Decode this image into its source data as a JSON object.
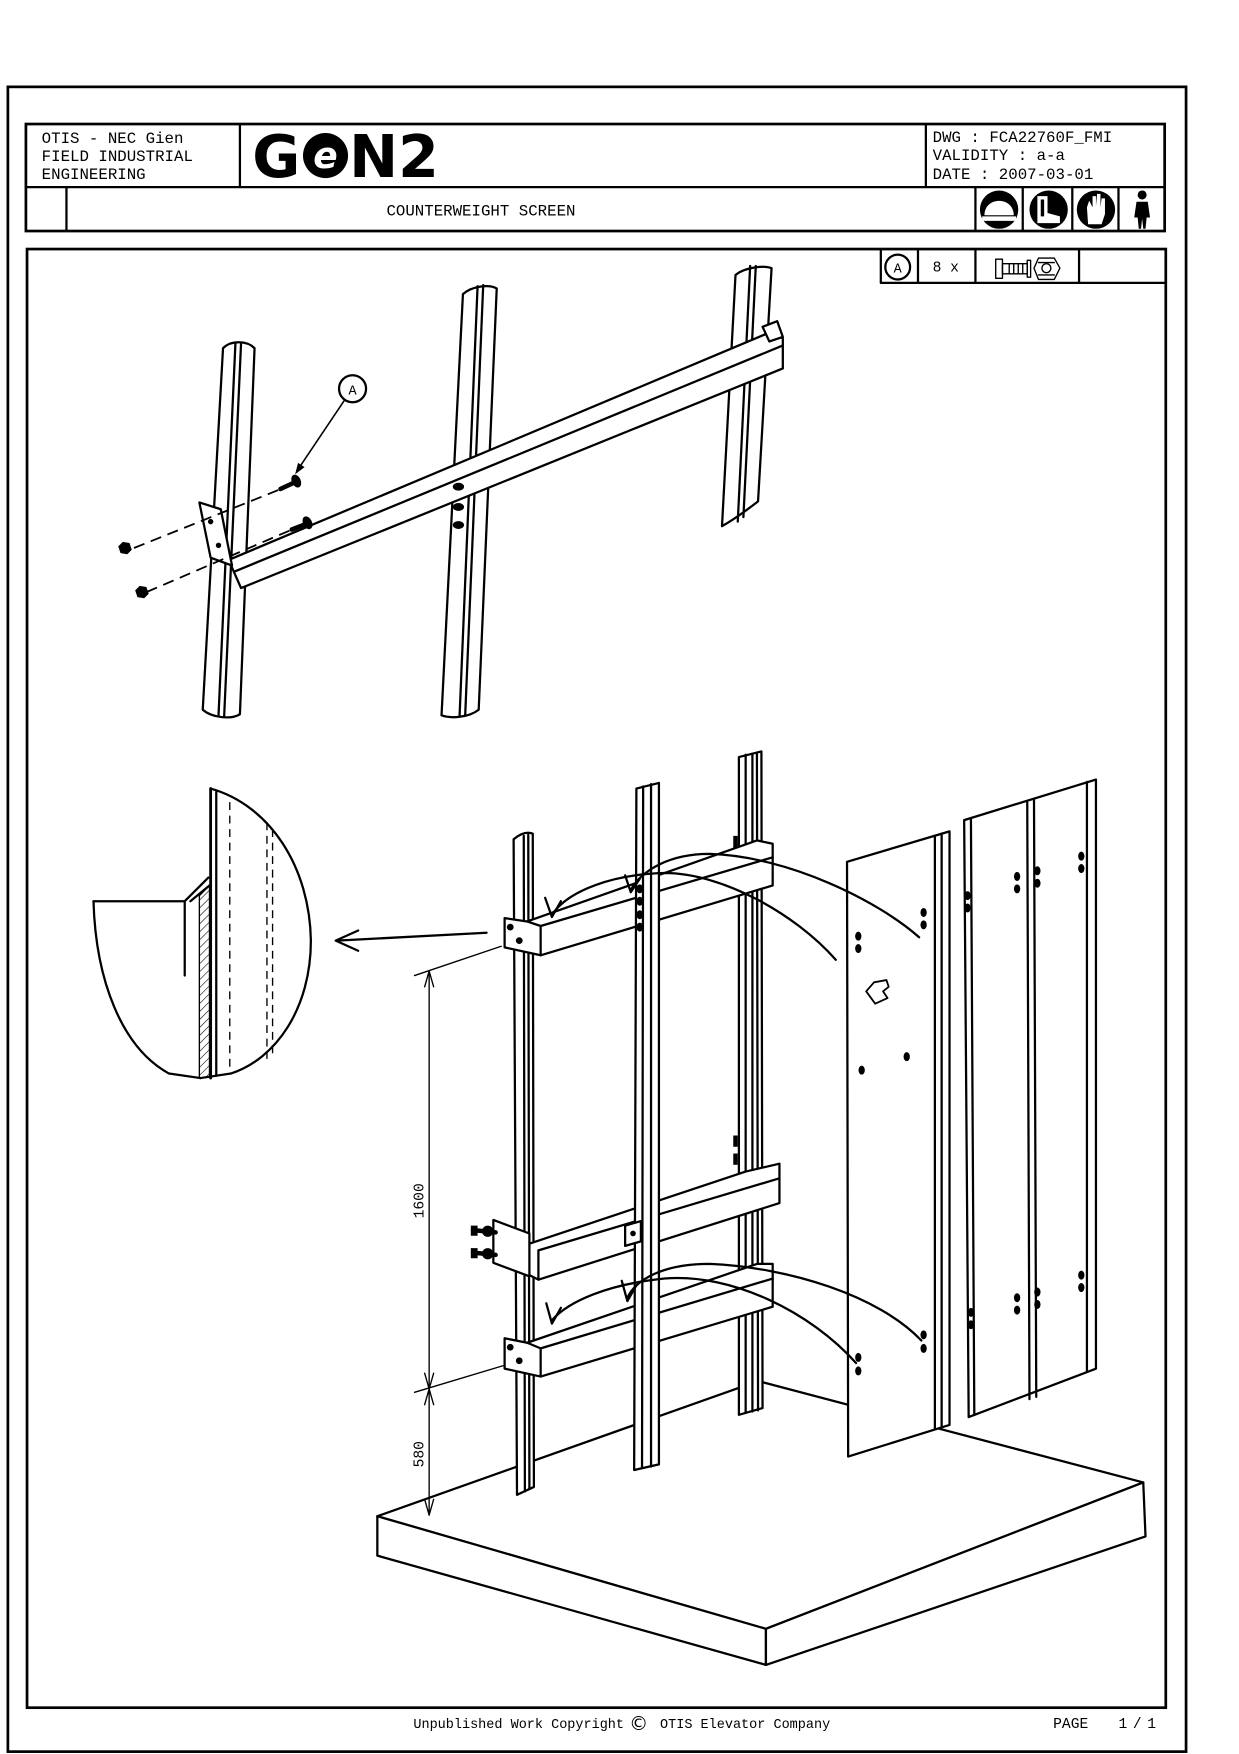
{
  "title_block": {
    "company_lines": [
      "OTIS - NEC Gien",
      "FIELD INDUSTRIAL",
      "ENGINEERING"
    ],
    "logo": {
      "g": "G",
      "e": "e",
      "n2": "N2"
    },
    "drawing_number": "DWG : FCA22760F_FMI",
    "validity": "VALIDITY : a-a",
    "date": "DATE : 2007-03-01",
    "title": "COUNTERWEIGHT SCREEN",
    "safety_icons": [
      "helmet-icon",
      "safety-boots-icon",
      "gloves-icon",
      "person-icon"
    ]
  },
  "parts_list": [
    {
      "ref": "A",
      "quantity": "8 x",
      "icon": "bolt-nut-icon"
    }
  ],
  "callouts": {
    "fastener_ref": "A"
  },
  "dimensions": {
    "upper": "1600",
    "lower": "580"
  },
  "footer": {
    "copyright_text": "Unpublished Work Copyright",
    "copyright_symbol": "©",
    "company": "OTIS Elevator Company",
    "page_label": "PAGE",
    "page_number": "1/1"
  }
}
